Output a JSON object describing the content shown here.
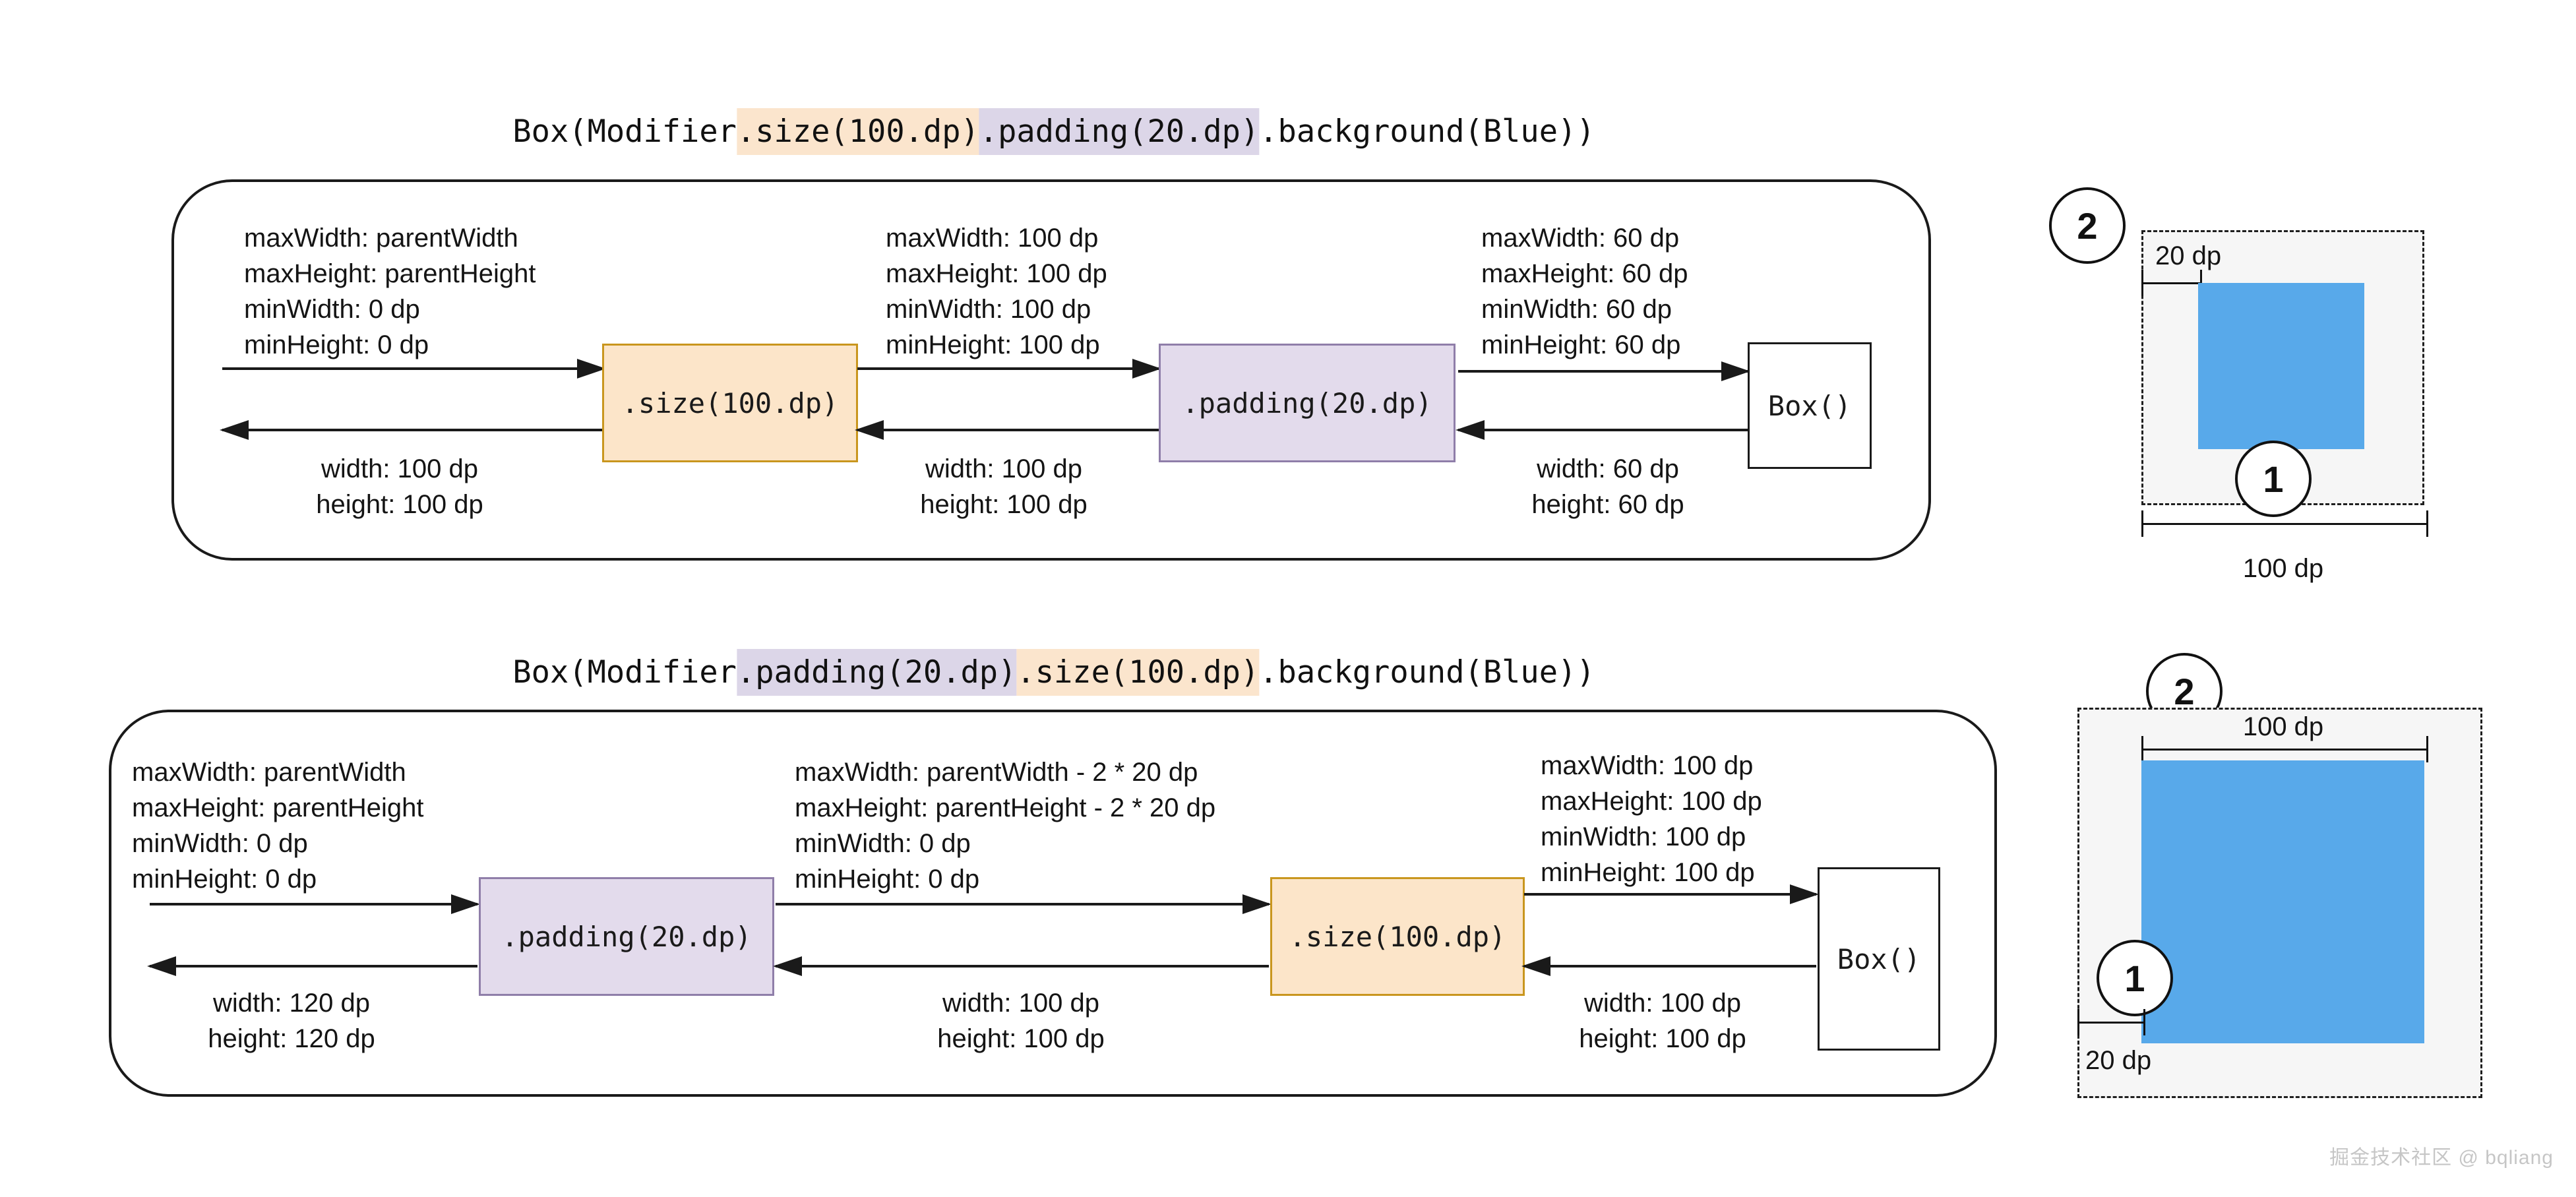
{
  "colors": {
    "orange_fill": "#fce5c9",
    "orange_border": "#c9961e",
    "purple_fill": "#e3dbec",
    "purple_border": "#8f7ea9",
    "highlight_orange": "#fbe5cd",
    "highlight_purple": "#dcd6e8",
    "blue": "#58a9ea",
    "panel_fill": "#f6f6f6",
    "line": "#1a1a1a"
  },
  "watermark": "掘金技术社区 @ bqliang",
  "example1": {
    "title": {
      "pre": "Box(Modifier",
      "seg_size": ".size(100.dp)",
      "seg_padding": ".padding(20.dp)",
      "post": ".background(Blue))"
    },
    "flow": {
      "constraints_in": [
        "maxWidth: parentWidth",
        "maxHeight: parentHeight",
        "minWidth: 0 dp",
        "minHeight: 0 dp"
      ],
      "size_node": ".size(100.dp)",
      "constraints_mid": [
        "maxWidth: 100 dp",
        "maxHeight: 100 dp",
        "minWidth: 100 dp",
        "minHeight: 100 dp"
      ],
      "padding_node": ".padding(20.dp)",
      "constraints_out": [
        "maxWidth: 60 dp",
        "maxHeight: 60 dp",
        "minWidth: 60 dp",
        "minHeight: 60 dp"
      ],
      "box_node": "Box()",
      "result_left": [
        "width: 100 dp",
        "height: 100 dp"
      ],
      "result_mid": [
        "width: 100 dp",
        "height: 100 dp"
      ],
      "result_right": [
        "width: 60 dp",
        "height: 60 dp"
      ]
    },
    "preview": {
      "badge_outer": "2",
      "badge_inner": "1",
      "padding_label": "20 dp",
      "size_label": "100 dp"
    }
  },
  "example2": {
    "title": {
      "pre": "Box(Modifier",
      "seg_padding": ".padding(20.dp)",
      "seg_size": ".size(100.dp)",
      "post": ".background(Blue))"
    },
    "flow": {
      "constraints_in": [
        "maxWidth: parentWidth",
        "maxHeight: parentHeight",
        "minWidth: 0 dp",
        "minHeight: 0 dp"
      ],
      "padding_node": ".padding(20.dp)",
      "constraints_mid": [
        "maxWidth: parentWidth - 2 * 20 dp",
        "maxHeight: parentHeight - 2 * 20 dp",
        "minWidth: 0 dp",
        "minHeight: 0 dp"
      ],
      "size_node": ".size(100.dp)",
      "constraints_out": [
        "maxWidth: 100 dp",
        "maxHeight: 100 dp",
        "minWidth: 100 dp",
        "minHeight: 100 dp"
      ],
      "box_node": "Box()",
      "result_left": [
        "width: 120 dp",
        "height: 120 dp"
      ],
      "result_mid": [
        "width: 100 dp",
        "height: 100 dp"
      ],
      "result_right": [
        "width: 100 dp",
        "height: 100 dp"
      ]
    },
    "preview": {
      "badge_outer": "2",
      "badge_inner": "1",
      "size_label": "100 dp",
      "padding_label": "20 dp"
    }
  }
}
